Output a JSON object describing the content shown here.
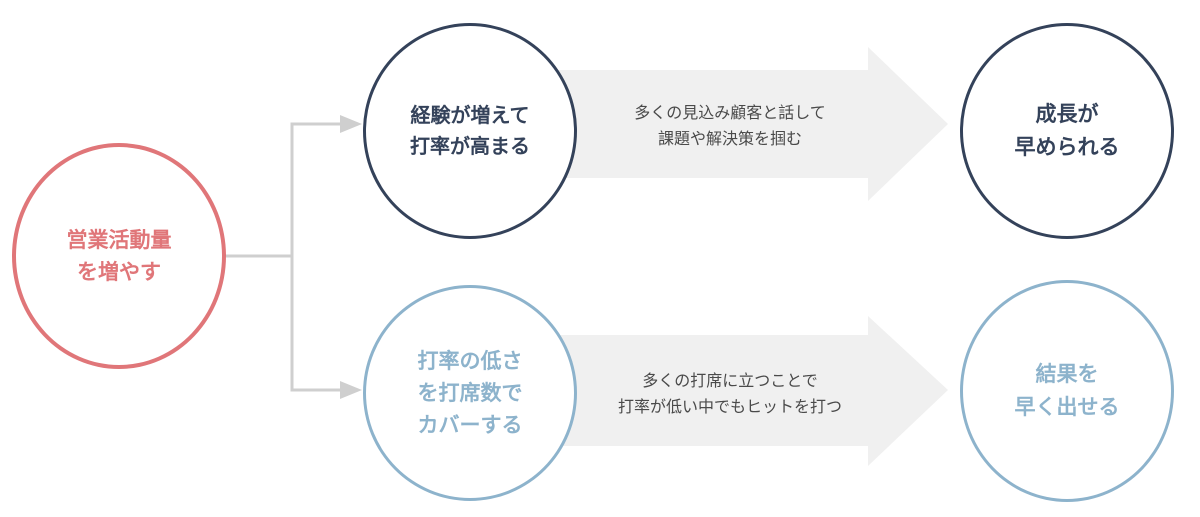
{
  "start": {
    "lines": [
      "営業活動量",
      "を増やす"
    ]
  },
  "paths": [
    {
      "from": {
        "lines": [
          "経験が増えて",
          "打率が高まる"
        ]
      },
      "arrow_text": [
        "多くの見込み顧客と話して",
        "課題や解決策を掴む"
      ],
      "to": {
        "lines": [
          "成長が",
          "早められる"
        ]
      }
    },
    {
      "from": {
        "lines": [
          "打率の低さ",
          "を打席数で",
          "カバーする"
        ]
      },
      "arrow_text": [
        "多くの打席に立つことで",
        "打率が低い中でもヒットを打つ"
      ],
      "to": {
        "lines": [
          "結果を",
          "早く出せる"
        ]
      }
    }
  ],
  "colors": {
    "start": "#e07679",
    "dark": "#34425a",
    "light": "#8db3cc",
    "arrow_fill": "#f0f0f0",
    "connector": "#cfcfcf"
  }
}
